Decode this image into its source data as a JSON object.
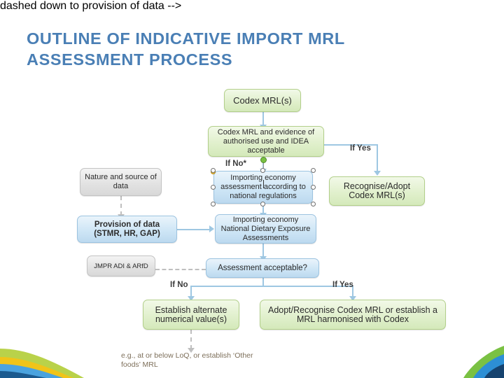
{
  "slide": {
    "title": "OUTLINE OF INDICATIVE IMPORT MRL ASSESSMENT PROCESS"
  },
  "diagram": {
    "nodes": [
      {
        "id": "codex-mrls",
        "text": "Codex MRL(s)"
      },
      {
        "id": "codex-evidence",
        "text": "Codex MRL and evidence of authorised use and IDEA acceptable"
      },
      {
        "id": "nature-source-data",
        "text": "Nature and source of data"
      },
      {
        "id": "importing-assessment",
        "text": "Importing economy assessment  according to national regulations"
      },
      {
        "id": "recognise-adopt",
        "text": "Recognise/Adopt Codex MRL(s)"
      },
      {
        "id": "provision-of-data",
        "text": "Provision of data (STMR, HR, GAP)"
      },
      {
        "id": "national-dietary",
        "text": "Importing economy National Dietary Exposure  Assessments"
      },
      {
        "id": "jmpr-adi-arfd",
        "text": "JMPR ADI & ARfD"
      },
      {
        "id": "assessment-acceptable",
        "text": "Assessment  acceptable?"
      },
      {
        "id": "establish-alternate",
        "text": "Establish alternate numerical value(s)"
      },
      {
        "id": "adopt-recognise",
        "text": "Adopt/Recognise Codex MRL or establish a MRL harmonised with Codex"
      },
      {
        "id": "footnote",
        "text": "e.g., at or below LoQ, or establish ‘Other foods’ MRL"
      }
    ],
    "labels": {
      "if_no_star": "If No*",
      "if_yes_top": "If Yes",
      "if_no_bottom": "If No",
      "if_yes_bottom": "If Yes"
    },
    "colors": {
      "title": "#4a7fb5",
      "blue_box": "#cfe6f6",
      "green_box": "#e1f0cd",
      "grey_box": "#e3e3e3",
      "connector": "#9ec7e2",
      "dashed_connector": "#bfbfbf"
    }
  }
}
